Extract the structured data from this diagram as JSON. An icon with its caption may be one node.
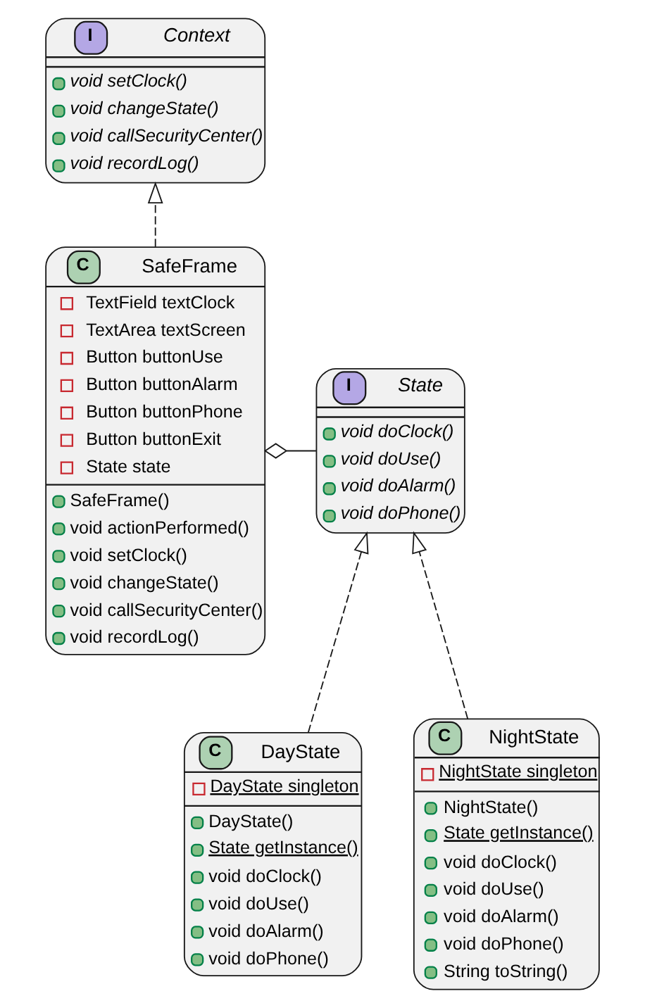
{
  "diagram": {
    "nodes": [
      {
        "text": [
          "I",
          "Context",
          "void setClock()",
          "void changeState()",
          "void callSecurityCenter()",
          "void recordLog()"
        ]
      },
      {
        "text": [
          "C",
          "SafeFrame",
          "TextField textClock",
          "TextArea textScreen",
          "Button buttonUse",
          "Button buttonAlarm",
          "Button buttonPhone",
          "Button buttonExit",
          "State state",
          "SafeFrame()",
          "void actionPerformed()",
          "void setClock()",
          "void changeState()",
          "void callSecurityCenter()",
          "void recordLog()"
        ]
      },
      {
        "text": [
          "I",
          "State",
          "void doClock()",
          "void doUse()",
          "void doAlarm()",
          "void doPhone()"
        ]
      },
      {
        "text": [
          "C",
          "DayState",
          "DayState singleton",
          "DayState()",
          "State getInstance()",
          "void doClock()",
          "void doUse()",
          "void doAlarm()",
          "void doPhone()"
        ]
      },
      {
        "text": [
          "C",
          "NightState",
          "NightState singleton",
          "NightState()",
          "State getInstance()",
          "void doClock()",
          "void doUse()",
          "void doAlarm()",
          "void doPhone()",
          "String toString()"
        ]
      }
    ],
    "edges": [
      {
        "from": 1,
        "to": 0,
        "arrow": "to",
        "style": "dashed"
      },
      {
        "from": 1,
        "to": 2,
        "arrow": "other"
      },
      {
        "from": 3,
        "to": 2,
        "arrow": "to",
        "style": "dashed"
      },
      {
        "from": 4,
        "to": 2,
        "arrow": "to",
        "style": "dashed"
      }
    ]
  }
}
